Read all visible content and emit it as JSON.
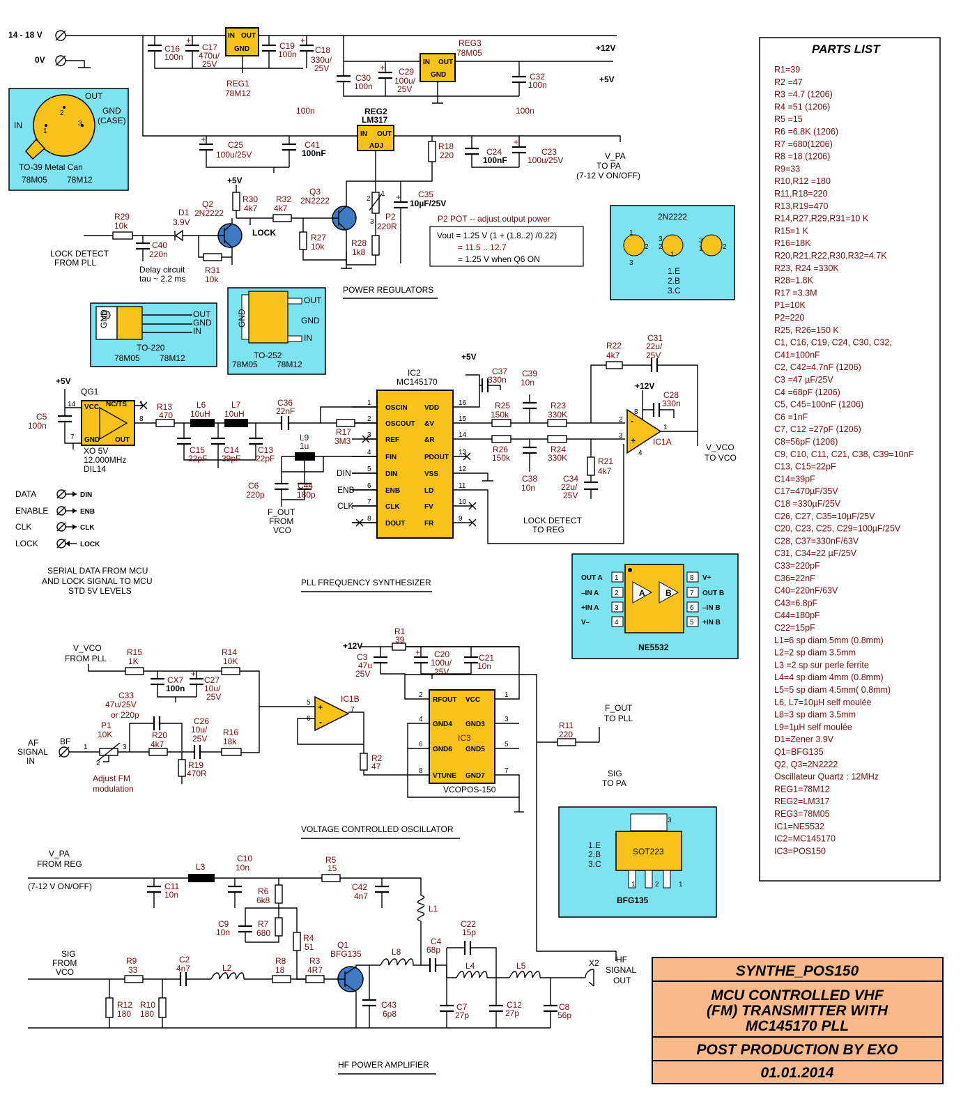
{
  "supply": {
    "input": "14 - 18 V",
    "gnd": "0V",
    "plus12": "+12V",
    "plus5": "+5V",
    "plus5_q2": "+5V",
    "plus5_pll": "+5V",
    "plus5_xo": "+5V",
    "plus12_op": "+12V",
    "plus12_ic3": "+12V"
  },
  "regulators": {
    "reg1": {
      "ref": "REG1",
      "part": "78M12",
      "in": "IN",
      "out": "OUT",
      "gnd": "GND"
    },
    "reg2": {
      "ref": "REG2",
      "part": "LM317",
      "in": "IN",
      "out": "OUT",
      "adj": "ADJ"
    },
    "reg3": {
      "ref": "REG3",
      "part": "78M05",
      "in": "IN",
      "out": "OUT",
      "gnd": "GND"
    },
    "c16": [
      "C16",
      "100n"
    ],
    "c17": [
      "C17",
      "470u/",
      "25V"
    ],
    "c19": [
      "C19",
      "100n"
    ],
    "c18": [
      "C18",
      "330u/",
      "25V"
    ],
    "c30": [
      "C30",
      "100n"
    ],
    "c29": [
      "C29",
      "100u/",
      "25V"
    ],
    "c32": [
      "C32",
      "100n"
    ],
    "c25": [
      "C25",
      "100u/25V"
    ],
    "c41": [
      "C41",
      "100nF"
    ],
    "r18": [
      "R18",
      "220"
    ],
    "c24": [
      "C24",
      "100nF"
    ],
    "c23": [
      "C23",
      "100u/25V"
    ],
    "c35": [
      "C35",
      "10µF/25V"
    ],
    "n100a": "100n",
    "n100b": "100n",
    "vpa": [
      "V_PA",
      "TO  PA",
      "(7-12 V ON/OFF)"
    ],
    "p2": [
      "P2",
      "220R"
    ],
    "r28": [
      "R28",
      "1k8"
    ],
    "r27": [
      "R27",
      "10k"
    ],
    "q3": [
      "Q3",
      "2N2222"
    ],
    "r32": [
      "R32",
      "4k7"
    ],
    "r30": [
      "R30",
      "4k7"
    ],
    "q2": [
      "Q2",
      "2N2222"
    ],
    "d1": [
      "D1",
      "3.9V"
    ],
    "r29": [
      "R29",
      "10k"
    ],
    "c40": [
      "C40",
      "220n"
    ],
    "r31": [
      "R31",
      "10k"
    ],
    "lock": "LOCK",
    "lock_detect": [
      "LOCK DETECT",
      "FROM PLL"
    ],
    "delay": [
      "Delay circuit",
      "tau ~ 2.2 ms"
    ],
    "p2_note": "P2   POT  -- adjust output power",
    "formula": [
      "Vout = 1.25 V (1 +  (1.8..2) /0.22)",
      "= 11.5 .. 12.7",
      "= 1.25 V  when Q6 ON"
    ],
    "title": "POWER  REGULATORS"
  },
  "packages": {
    "to39": {
      "out": "OUT",
      "in": "IN",
      "gnd": "GND",
      "case": "(CASE)",
      "name": "TO-39  Metal Can",
      "p1": "78M05",
      "p2": "78M12"
    },
    "to220": {
      "gnd": "GND",
      "out": "OUT",
      "gnd2": "GND",
      "in": "IN",
      "name": "TO-220",
      "p1": "78M05",
      "p2": "78M12"
    },
    "to252": {
      "gnd": "GND",
      "out": "OUT",
      "gnd2": "GND",
      "in": "IN",
      "name": "TO-252",
      "p1": "78M05",
      "p2": "78M12"
    },
    "q2n2222": {
      "name": "2N2222",
      "e": "1.E",
      "b": "2.B",
      "c": "3.C"
    },
    "ne5532": {
      "name": "NE5532",
      "left": [
        "OUT A",
        "–IN A",
        "+IN A",
        "V–"
      ],
      "right": [
        "V+",
        "OUT B",
        "–IN B",
        "+IN B"
      ],
      "a": "A",
      "b": "B"
    },
    "bfg135": {
      "name": "BFG135",
      "pkg": "SOT223",
      "e": "1.E",
      "b": "2.B",
      "c": "3.C"
    }
  },
  "pll": {
    "title": "PLL  FREQUENCY  SYNTHESIZER",
    "ic2": {
      "ref": "IC2",
      "part": "MC145170",
      "left": [
        "OSCIN",
        "OSCOUT",
        "REF",
        "FIN",
        "DIN",
        "ENB",
        "CLK",
        "DOUT"
      ],
      "right": [
        "VDD",
        "&V",
        "&R",
        "PDOUT",
        "VSS",
        "LD",
        "FV",
        "FR"
      ]
    },
    "qg1": {
      "ref": "QG1",
      "vcc": "VCC",
      "ncts": "NC/TS",
      "gnd": "GND",
      "out": "OUT",
      "desc": [
        "XO 5V",
        "12.000MHz",
        "DIL14"
      ]
    },
    "c5": [
      "C5",
      "100n"
    ],
    "r13": [
      "R13",
      "470"
    ],
    "l6": [
      "L6",
      "10uH"
    ],
    "l7": [
      "L7",
      "10uH"
    ],
    "c15": [
      "C15",
      "22pF"
    ],
    "c14": [
      "C14",
      "39pF"
    ],
    "c13": [
      "C13",
      "22pF"
    ],
    "c36": [
      "C36",
      "22nF"
    ],
    "r17": [
      "R17",
      "3M3"
    ],
    "l9": [
      "L9",
      "1u"
    ],
    "c6": [
      "C6",
      "220p"
    ],
    "c44": [
      "C44",
      "180p"
    ],
    "fout": [
      "F_OUT",
      "FROM",
      "VCO"
    ],
    "c37": [
      "C37",
      "330n"
    ],
    "c39": [
      "C39",
      "10n"
    ],
    "r25": [
      "R25",
      "150k"
    ],
    "r26": [
      "R26",
      "150k"
    ],
    "c38": [
      "C38",
      "10n"
    ],
    "r23": [
      "R23",
      "330K"
    ],
    "r24": [
      "R24",
      "330K"
    ],
    "r22": [
      "R22",
      "4k7"
    ],
    "c31": [
      "C31",
      "22u/",
      "25V"
    ],
    "c28": [
      "C28",
      "330n"
    ],
    "r21": [
      "R21",
      "4k7"
    ],
    "c34": [
      "C34",
      "22u/",
      "25V"
    ],
    "ic1a": "IC1A",
    "vvco": [
      "V_VCO",
      "TO  VCO"
    ],
    "lockdet": [
      "LOCK  DETECT",
      "TO  REG"
    ],
    "din": "DIN",
    "enb": "ENB",
    "clk": "CLK",
    "mcu": [
      [
        "DATA",
        "DIN"
      ],
      [
        "ENABLE",
        "ENB"
      ],
      [
        "CLK",
        "CLK"
      ],
      [
        "LOCK",
        "LOCK"
      ]
    ],
    "mcu_note": [
      "SERIAL DATA FROM MCU",
      "AND LOCK SIGNAL TO MCU",
      "STD 5V LEVELS"
    ]
  },
  "vco": {
    "title": "VOLTAGE  CONTROLLED  OSCILLATOR",
    "vvco": [
      "V_VCO",
      "FROM  PLL"
    ],
    "r15": [
      "R15",
      "1K"
    ],
    "cx7": [
      "CX7",
      "100n"
    ],
    "c27": [
      "C27",
      "10u/",
      "25V"
    ],
    "r14": [
      "R14",
      "10K"
    ],
    "c33": [
      "C33",
      "47u/25V",
      "or 220p"
    ],
    "r20": [
      "R20",
      "4k7"
    ],
    "c26": [
      "C26",
      "10u/",
      "25V"
    ],
    "r16": [
      "R16",
      "18k"
    ],
    "r19": [
      "R19",
      "470R"
    ],
    "p1": [
      "P1",
      "10K"
    ],
    "af": [
      "AF",
      "SIGNAL",
      "IN"
    ],
    "bf": "BF",
    "adjust": [
      "Adjust FM",
      "modulation"
    ],
    "ic1b": "IC1B",
    "r2": [
      "R2",
      "47"
    ],
    "r1": [
      "R1",
      "39"
    ],
    "c3": [
      "C3",
      "47u",
      "25V"
    ],
    "c20": [
      "C20",
      "100u/",
      "25V"
    ],
    "c21": [
      "C21",
      "10n"
    ],
    "ic3": {
      "ref": "IC3",
      "part": "VCOPOS-150",
      "left": [
        "RFOUT",
        "GND4",
        "GND6",
        "VTUNE"
      ],
      "right": [
        "VCC",
        "GND3",
        "GND5",
        "GND7"
      ]
    },
    "r11": [
      "R11",
      "220"
    ],
    "fout": [
      "F_OUT",
      "TO  PLL"
    ],
    "sig": [
      "SIG",
      "TO  PA"
    ]
  },
  "pa": {
    "title": "HF  POWER  AMPLIFIER",
    "vpa": [
      "V_PA",
      "FROM  REG",
      "(7-12 V ON/OFF)"
    ],
    "l3": "L3",
    "c10": [
      "C10",
      "10n"
    ],
    "c11": [
      "C11",
      "10n"
    ],
    "r5": [
      "R5",
      "15"
    ],
    "c42": [
      "C42",
      "4n7"
    ],
    "r6": [
      "R6",
      "6k8"
    ],
    "r7": [
      "R7",
      "680"
    ],
    "c9": [
      "C9",
      "10n"
    ],
    "r4": [
      "R4",
      "51"
    ],
    "l1": "L1",
    "sig": [
      "SIG",
      "FROM",
      "VCO"
    ],
    "r9": [
      "R9",
      "33"
    ],
    "c2": [
      "C2",
      "4n7"
    ],
    "l2": "L2",
    "r8": [
      "R8",
      "18"
    ],
    "r3": [
      "R3",
      "4R7"
    ],
    "q1": [
      "Q1",
      "BFG135"
    ],
    "l8": "L8",
    "c4": [
      "C4",
      "68p"
    ],
    "c22": [
      "C22",
      "15p"
    ],
    "l4": "L4",
    "l5": "L5",
    "x2": "X2",
    "hf": [
      "HF",
      "SIGNAL",
      "OUT"
    ],
    "r12": [
      "R12",
      "180"
    ],
    "r10": [
      "R10",
      "180"
    ],
    "c43": [
      "C43",
      "6p8"
    ],
    "c7": [
      "C7",
      "27p"
    ],
    "c12": [
      "C12",
      "27p"
    ],
    "c8": [
      "C8",
      "56p"
    ]
  },
  "parts_list": {
    "title": "PARTS  LIST",
    "items": [
      "R1=39",
      "R2 =47",
      "R3 =4.7 (1206)",
      "R4 =51 (1206)",
      "R5 =15",
      "R6 =6.8K (1206)",
      "R7 =680(1206)",
      "R8 =18 (1206)",
      "R9=33",
      "R10,R12 =180",
      "R11,R18=220",
      "R13,R19=470",
      "R14,R27,R29,R31=10 K",
      "R15=1 K",
      "R16=18K",
      "R20,R21,R22,R30,R32=4.7K",
      "R23, R24 =330K",
      "R28=1.8K",
      "R17 =3.3M",
      "P1=10K",
      "P2=220",
      "R25, R26=150 K",
      "C1, C16, C19, C24, C30, C32,",
      "C41=100nF",
      "C2, C42=4.7nF (1206)",
      "C3 =47 µF/25V",
      "C4 =68pF (1206)",
      "C5, C45=100nF (1206)",
      "C6 =1nF",
      "C7, C12 =27pF (1206)",
      "C8=56pF (1206)",
      "C9, C10, C11, C21, C38, C39=10nF",
      "C13, C15=22pF",
      "C14=39pF",
      "C17=470µF/35V",
      "C18 =330µF/25V",
      "C26, C27, C35=10µF/25V",
      "C20, C23, C25, C29=100µF/25V",
      "C28, C37=330nF/63V",
      "C31, C34=22 µF/25V",
      "C33=220pF",
      "C36=22nF",
      "C40=220nF/63V",
      "C43=6.8pF",
      "C44=180pF",
      "C22=15pF",
      "L1=6 sp diam 5mm (0.8mm)",
      "L2=2 sp diam 3.5mm",
      "L3 =2 sp sur perle ferrite",
      "L4=4 sp diam 4mm (0.8mm)",
      "L5=5 sp diam 4.5mm( 0.8mm)",
      "L6, L7=10µH self moulée",
      "L8=3 sp diam 3.5mm",
      "L9=1µH self moulée",
      "D1=Zener 3.9V",
      "Q1=BFG135",
      "Q2, Q3=2N2222",
      "Oscillateur Quartz : 12MHz",
      "REG1=78M12",
      "REG2=LM317",
      "REG3=78M05",
      "IC1=NE5532",
      "IC2=MC145170",
      "IC3=POS150"
    ]
  },
  "title_block": {
    "name": "SYNTHE_POS150",
    "desc": [
      "MCU  CONTROLLED  VHF",
      "(FM)  TRANSMITTER  WITH",
      "MC145170  PLL"
    ],
    "author": "POST  PRODUCTION  BY  EXO",
    "date": "01.01.2014",
    "bg": "#f9b98a"
  }
}
